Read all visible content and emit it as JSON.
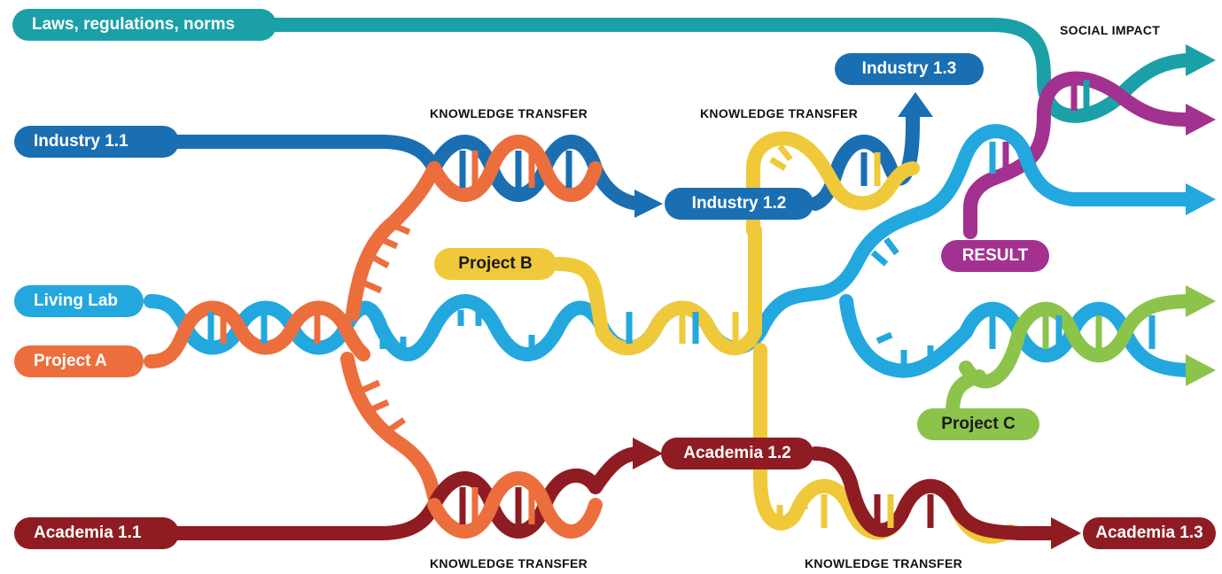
{
  "colors": {
    "teal": "#1CA0A8",
    "blue": "#1A6FB3",
    "light_blue": "#22A8DE",
    "orange": "#EB6E3C",
    "dark_red": "#8E1C22",
    "yellow": "#EFC93A",
    "purple": "#A3318F",
    "green": "#8CC34B"
  },
  "nodes": {
    "laws": "Laws, regulations, norms",
    "industry_11": "Industry 1.1",
    "industry_12": "Industry 1.2",
    "industry_13": "Industry 1.3",
    "living_lab": "Living Lab",
    "project_a": "Project A",
    "project_b": "Project B",
    "project_c": "Project C",
    "result": "RESULT",
    "academia_11": "Academia 1.1",
    "academia_12": "Academia 1.2",
    "academia_13": "Academia 1.3"
  },
  "captions": {
    "knowledge_transfer": "KNOWLEDGE TRANSFER",
    "social_impact": "SOCIAL IMPACT"
  }
}
